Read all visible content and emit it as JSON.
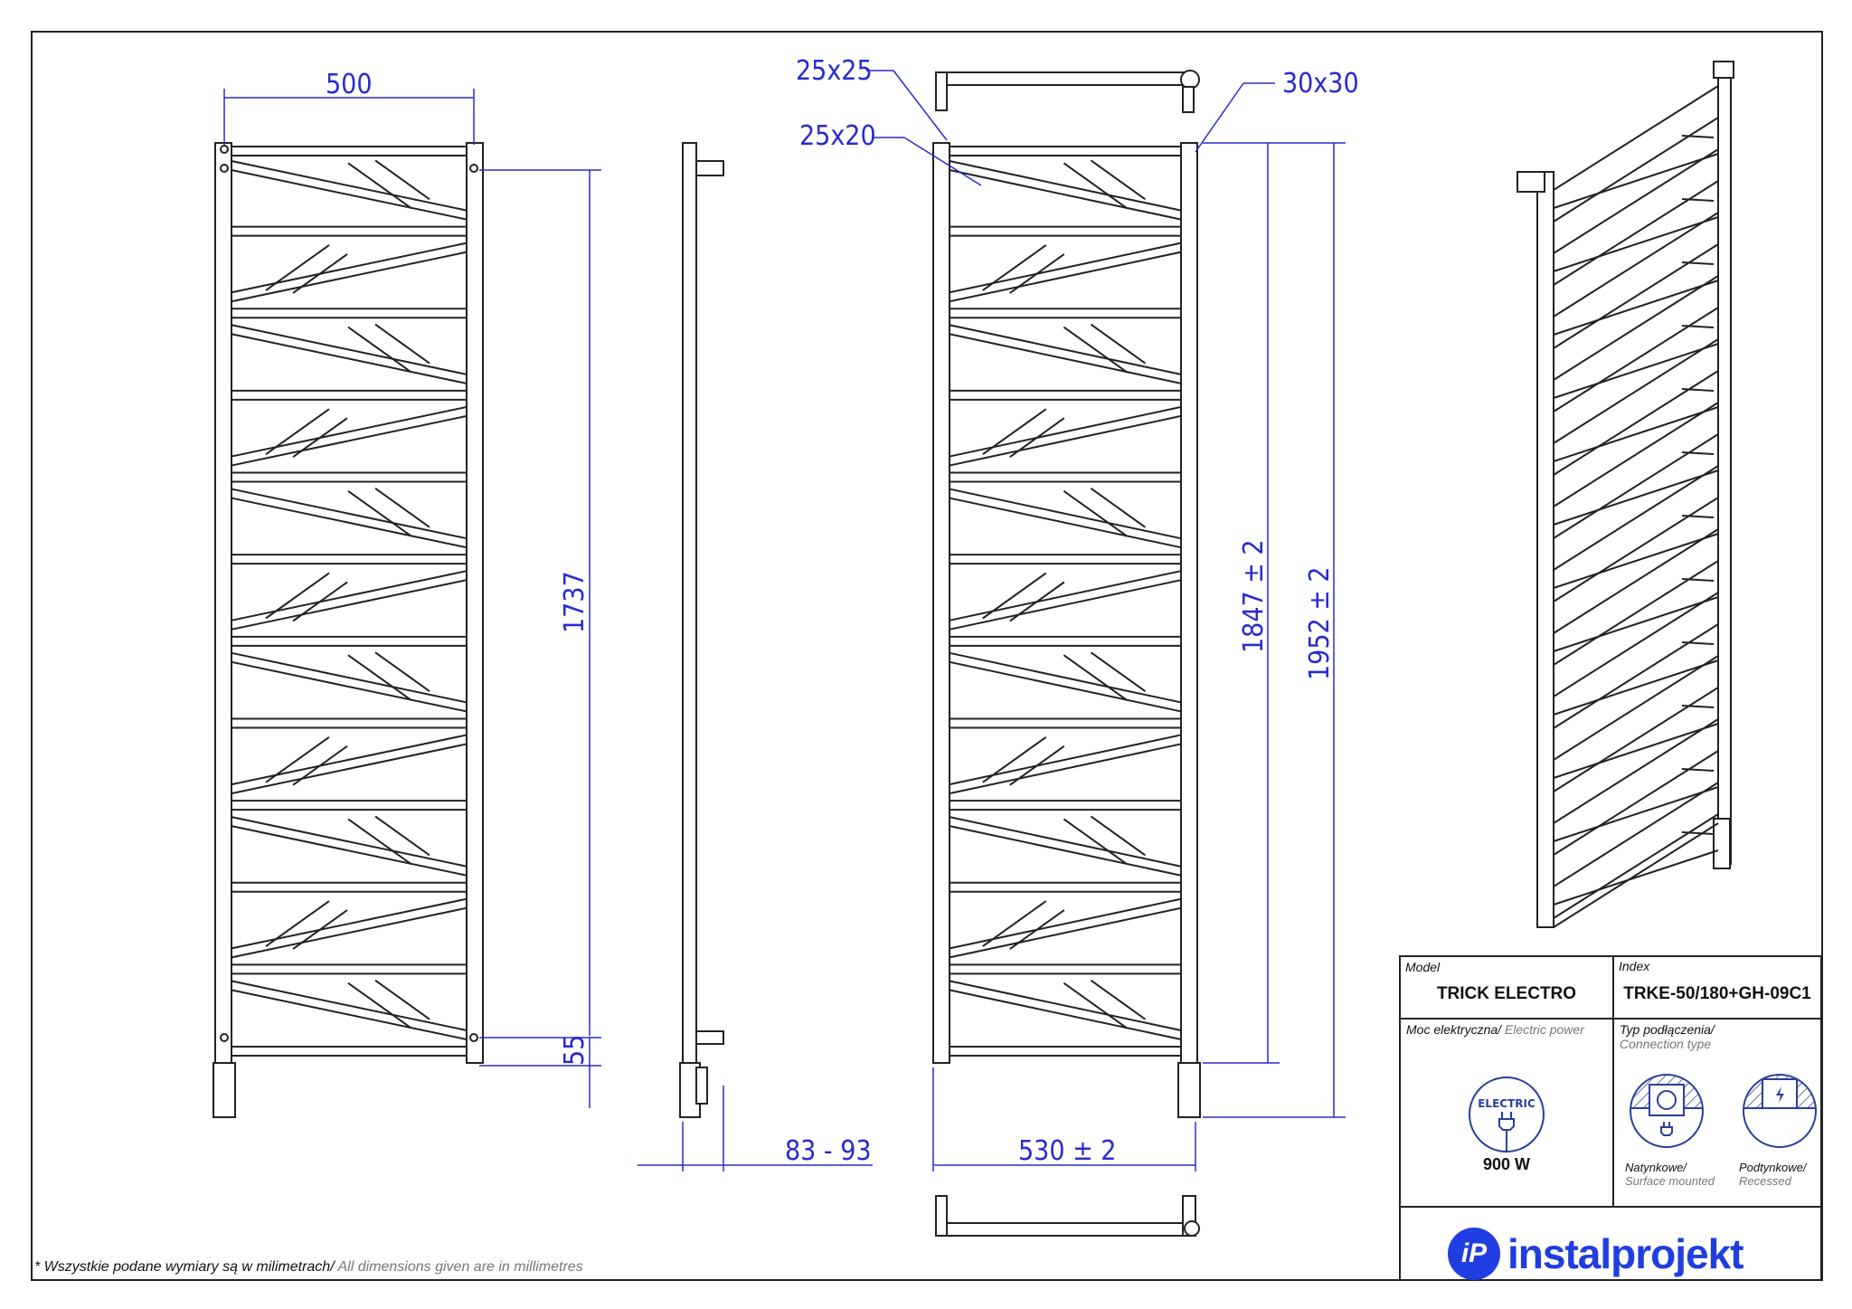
{
  "dimensions": {
    "width_top": "500",
    "height_spacing": "1737",
    "bottom_offset": "55",
    "wall_distance": "83 - 93",
    "width_total": "530  ± 2",
    "height_frame": "1847  ± 2",
    "height_total": "1952  ± 2",
    "profile_a": "25x25",
    "profile_b": "25x20",
    "profile_c": "30x30"
  },
  "info_table": {
    "model_label": "Model",
    "model_value": "TRICK ELECTRO",
    "index_label": "Index",
    "index_value": "TRKE-50/180+GH-09C1",
    "power_label_pl": "Moc elektryczna/",
    "power_label_en": " Electric power",
    "power_icon_text": "ELECTRIC",
    "power_value": "900 W",
    "connection_label_pl": "Typ podłączenia/",
    "connection_label_en": "Connection type",
    "surface_pl": "Natynkowe/",
    "surface_en": "Surface mounted",
    "recessed_pl": "Podtynkowe/",
    "recessed_en": "Recessed",
    "brand_mark": "iP",
    "brand_name": "instalprojekt"
  },
  "footnote": {
    "pl": "* Wszystkie podane wymiary są w milimetrach/",
    "en": " All dimensions given are in millimetres"
  },
  "colors": {
    "dimension": "#2a2ad0",
    "brand": "#1f3de0",
    "line": "#222222"
  }
}
